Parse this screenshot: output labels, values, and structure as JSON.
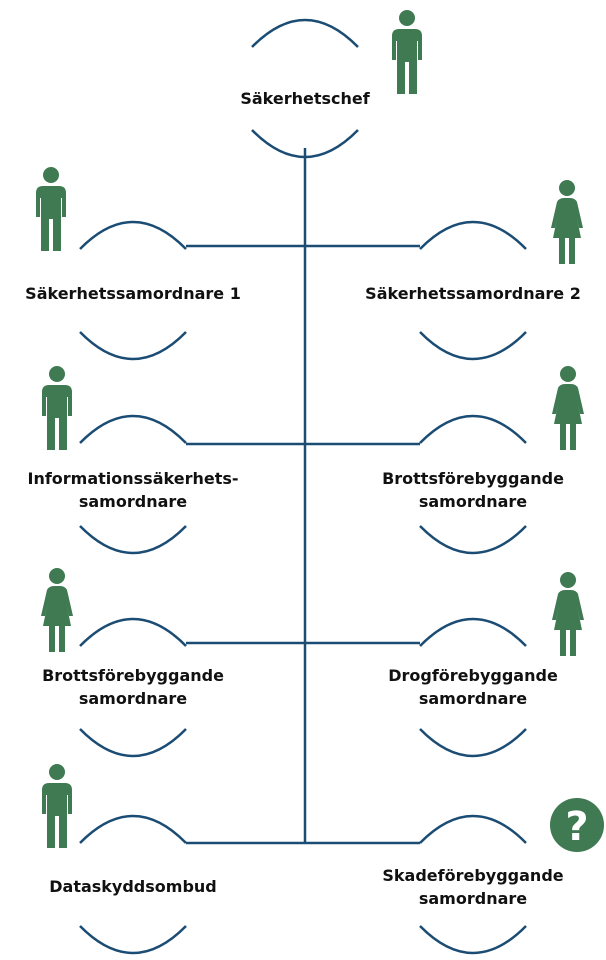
{
  "colors": {
    "line": "#1b4c74",
    "figure": "#3f7a52",
    "text": "#111111"
  },
  "nodes": [
    {
      "id": "head",
      "lines": [
        "Säkerhetschef"
      ],
      "figure": "male"
    },
    {
      "id": "l1",
      "lines": [
        "Säkerhetssamordnare 1"
      ],
      "figure": "male"
    },
    {
      "id": "r1",
      "lines": [
        "Säkerhetssamordnare 2"
      ],
      "figure": "female"
    },
    {
      "id": "l2",
      "lines": [
        "Informationssäkerhets-",
        "samordnare"
      ],
      "figure": "male"
    },
    {
      "id": "r2",
      "lines": [
        "Brottsförebyggande",
        "samordnare"
      ],
      "figure": "female"
    },
    {
      "id": "l3",
      "lines": [
        "Brottsförebyggande",
        "samordnare"
      ],
      "figure": "female"
    },
    {
      "id": "r3",
      "lines": [
        "Drogförebyggande",
        "samordnare"
      ],
      "figure": "female"
    },
    {
      "id": "l4",
      "lines": [
        "Dataskyddsombud"
      ],
      "figure": "male"
    },
    {
      "id": "r4",
      "lines": [
        "Skadeförebyggande",
        "samordnare"
      ],
      "figure": "unknown",
      "symbol": "?"
    }
  ]
}
